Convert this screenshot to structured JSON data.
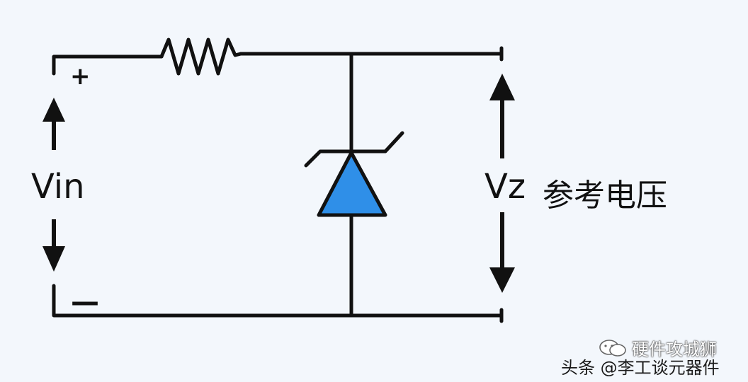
{
  "labels": {
    "vin": "Vin",
    "vz": "Vz",
    "reference": "参考电压",
    "plus": "+",
    "minus": "—"
  },
  "watermarks": {
    "wechat": "硬件攻城狮",
    "toutiao": "头条 @李工谈元器件"
  },
  "colors": {
    "wire": "#111111",
    "diode_fill": "#2f8fe8",
    "background": "#f3f7fc"
  },
  "components": {
    "resistor": "resistor",
    "zener": "zener-diode"
  }
}
